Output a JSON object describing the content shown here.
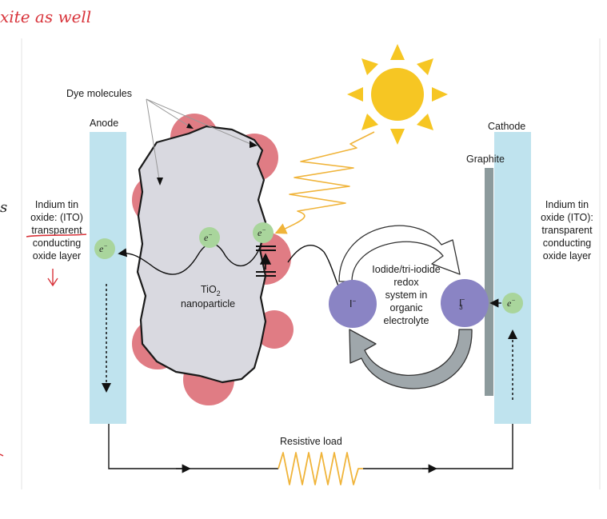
{
  "annotations": {
    "handwritten_top": "xite as well",
    "handwritten_left_char": "s"
  },
  "labels": {
    "dye_molecules": "Dye molecules",
    "anode": "Anode",
    "cathode": "Cathode",
    "graphite": "Graphite",
    "ito_left": [
      "Indium tin",
      "oxide: (ITO)",
      "transparent",
      "conducting",
      "oxide layer"
    ],
    "ito_right": [
      "Indium tin",
      "oxide (ITO):",
      "transparent",
      "conducting",
      "oxide layer"
    ],
    "tio2_main": "TiO",
    "tio2_sub": "2",
    "tio2_line2": "nanoparticle",
    "redox": [
      "Iodide/tri-iodide",
      "redox",
      "system in",
      "organic",
      "electrolyte"
    ],
    "iodide": "I",
    "iodide_sup": "−",
    "triiodide": "I",
    "triiodide_sub": "3",
    "triiodide_sup": "−",
    "electron": "e",
    "electron_sup": "−",
    "resistive_load": "Resistive load"
  },
  "colors": {
    "electrode": "#bfe3ee",
    "dye": "#e07c84",
    "nanoparticle": "#d9d9e0",
    "electron": "#a9d59c",
    "ion": "#8a84c4",
    "sun": "#f6c623",
    "light_wave": "#f0b43a",
    "graphite": "#8c9a9c",
    "annotation": "#d8333a"
  }
}
